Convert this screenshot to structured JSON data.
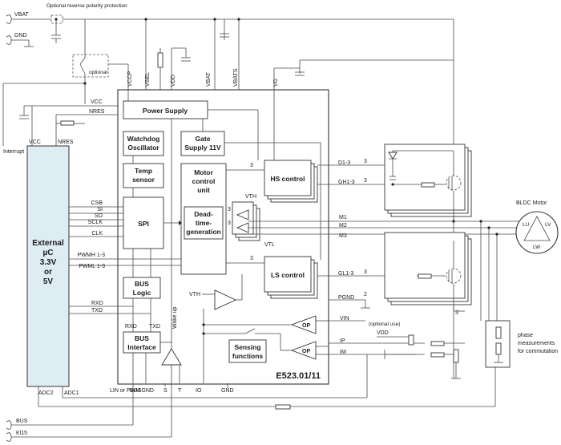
{
  "supply": {
    "vbat": "VBAT",
    "gnd": "GND",
    "reverse_polarity_note": "Optional reverse polarity protection",
    "optional_note": "optional",
    "interrupt": "Interrupt"
  },
  "ic": {
    "name": "E523.01/11",
    "color": "#deedf4",
    "top_pins": [
      "VCCP",
      "VSEL",
      "VDD",
      "VBAT",
      "VBATS",
      "VG"
    ],
    "left_pins": [
      "VCC",
      "NRES"
    ],
    "bottom_pins": [
      "LIN or PWM",
      "BUSGND",
      "S",
      "T",
      "IO",
      "GND"
    ],
    "blocks": {
      "power_supply": "Power Supply",
      "watchdog": [
        "Watchdog",
        "Oscillator"
      ],
      "gate_supply": [
        "Gate",
        "Supply 11V"
      ],
      "temp_sensor": [
        "Temp",
        "sensor"
      ],
      "motor_control": [
        "Motor",
        "control",
        "unit"
      ],
      "dead_time": [
        "Dead-",
        "time-",
        "generation"
      ],
      "hs_control": "HS control",
      "ls_control": "LS control",
      "spi": "SPI",
      "bus_logic": [
        "BUS",
        "Logic"
      ],
      "bus_interface": [
        "BUS",
        "Interface"
      ],
      "sensing": [
        "Sensing",
        "functions"
      ],
      "op": "OP"
    },
    "labels": {
      "vth": "VTH",
      "vtl": "VTL",
      "wake_up": "Wake up",
      "rxd": "RXD",
      "txd": "TXD",
      "bus3": "3"
    }
  },
  "mcu": {
    "title": [
      "External",
      "µC",
      "3.3V",
      "or",
      "5V"
    ],
    "top_pins": [
      "VCC",
      "NRES"
    ],
    "bottom_pins": [
      "ADC2",
      "ADC1"
    ],
    "signals": [
      "CSB",
      "SI",
      "SO",
      "SCLK",
      "CLK",
      "PWMH 1-3",
      "PWML 1-3",
      "RXD",
      "TXD"
    ]
  },
  "outputs": {
    "d": "D1-3",
    "gh": "GH1-3",
    "m1": "M1",
    "m2": "M2",
    "m3": "M3",
    "gl": "GL1-3",
    "pgnd": "PGND",
    "vin": "VIN",
    "optional_use": "(optional use)",
    "vdd": "VDD",
    "ip": "IP",
    "im": "IM",
    "bus_count": "3",
    "pgnd_count": "2"
  },
  "motor": {
    "title": "BLDC Motor",
    "phases": [
      "LU",
      "LV",
      "LW"
    ]
  },
  "phase_measurement": [
    "phase",
    "measurements",
    "for commutation"
  ],
  "external": {
    "bus": "BUS",
    "kl15": "Kl15"
  }
}
